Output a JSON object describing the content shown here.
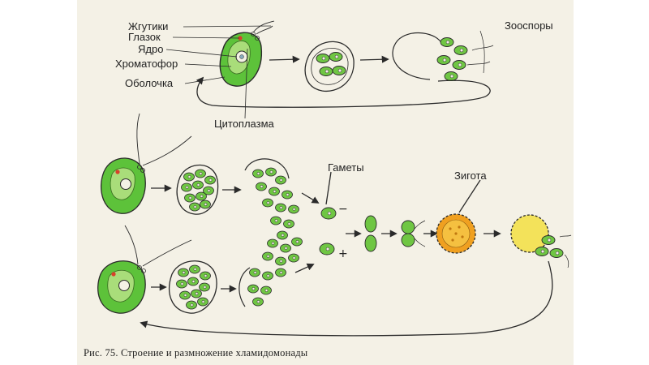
{
  "labels": {
    "flagella": "Жгутики",
    "eyespot": "Глазок",
    "nucleus": "Ядро",
    "chromatophore": "Хроматофор",
    "envelope": "Оболочка",
    "cytoplasm": "Цитоплазма",
    "zoospores": "Зооспоры",
    "gametes": "Гаметы",
    "zygote": "Зигота"
  },
  "signs": {
    "minus": "−",
    "plus": "+"
  },
  "caption": "Рис. 75. Строение и размножение хламидомонады",
  "colors": {
    "cell_green": "#5dc23a",
    "cell_light": "#a9dd7a",
    "outline": "#2a2a2a",
    "zygote_orange": "#f0a020",
    "zygote_yellow": "#f3e25a",
    "paper": "#f4f1e6"
  }
}
